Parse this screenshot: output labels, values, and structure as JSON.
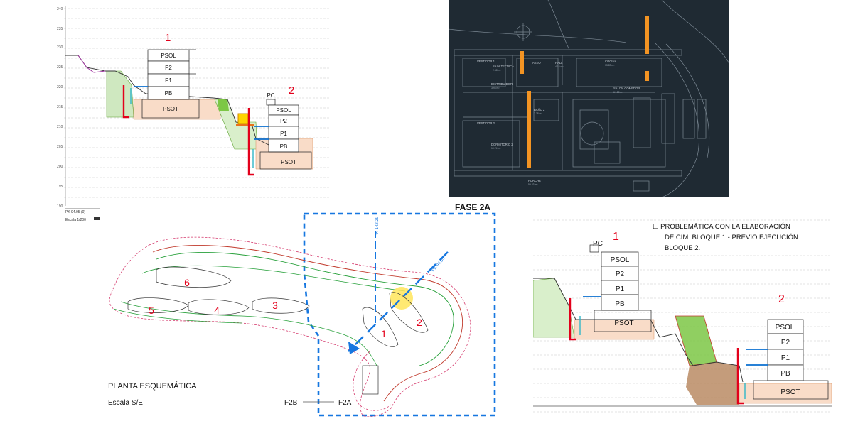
{
  "section1": {
    "block1_num": "1",
    "block2_num": "2",
    "floors1": [
      "PSOL",
      "P2",
      "P1",
      "PB",
      "PSOT"
    ],
    "floors2": [
      "PC",
      "PSOL",
      "P2",
      "P1",
      "PB",
      "PSOT"
    ],
    "elev_labels": [
      "240",
      "235",
      "230",
      "225",
      "220",
      "215",
      "210",
      "205",
      "200",
      "195",
      "190"
    ],
    "pk_label": "PK 94.05 (0)",
    "scale_label": "Escala 1/200"
  },
  "cad": {
    "rooms": [
      "VESTIDOR 1",
      "SALA TÉCNICA",
      "ASEO",
      "HALL",
      "COCINA",
      "DISTRIBUIDOR",
      "BAÑO 2",
      "SALÓN COMEDOR",
      "VESTIDOR 2",
      "DORMITORIO 2",
      "PORCHE"
    ],
    "areas": [
      "2.58 m²",
      "4.16 m²",
      "13.89 m²",
      "3.98 m²",
      "2.78 m²",
      "64.53 m²",
      "10.74 m²",
      "59.83 m²"
    ]
  },
  "plan": {
    "fase_title": "FASE 2A",
    "pk1": "PK 142.29",
    "pk2": "PK 94.05",
    "block_numbers": [
      "6",
      "5",
      "4",
      "3",
      "1",
      "2"
    ],
    "plan_title": "PLANTA ESQUEMÁTICA",
    "plan_scale": "Escala S/E",
    "f2b": "F2B",
    "f2a": "F2A"
  },
  "section2": {
    "handwritten": [
      "☐ PROBLEMÁTICA CON LA ELABORACIÓN",
      "DE CIM. BLOQUE 1 - PREVIO EJECUCIÓN",
      "BLOQUE 2."
    ],
    "block1_num": "1",
    "block2_num": "2",
    "floors1": [
      "PC",
      "PSOL",
      "P2",
      "P1",
      "PB",
      "PSOT"
    ],
    "floors2": [
      "PSOL",
      "P2",
      "P1",
      "PB",
      "PSOT"
    ]
  },
  "colors": {
    "red": "#e3001b",
    "blue": "#0a6fd1",
    "dash_blue": "#1677e0",
    "orange": "#f39423",
    "green_fill": "#6fbf3a",
    "salmon": "#f7d9c4",
    "cad_bg": "#1f2a33"
  }
}
